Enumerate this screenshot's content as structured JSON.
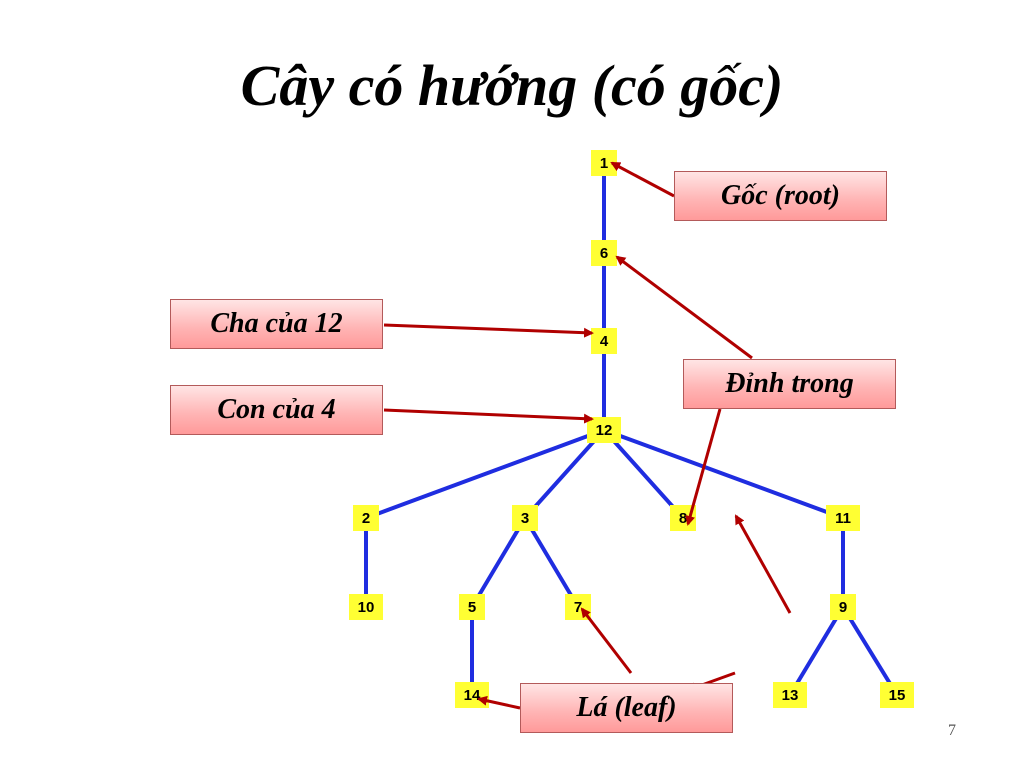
{
  "title": "Cây có hướng (có gốc)",
  "nodes": [
    {
      "id": "1",
      "label": "1"
    },
    {
      "id": "6",
      "label": "6"
    },
    {
      "id": "4",
      "label": "4"
    },
    {
      "id": "12",
      "label": "12"
    },
    {
      "id": "2",
      "label": "2"
    },
    {
      "id": "3",
      "label": "3"
    },
    {
      "id": "8",
      "label": "8"
    },
    {
      "id": "11",
      "label": "11"
    },
    {
      "id": "10",
      "label": "10"
    },
    {
      "id": "5",
      "label": "5"
    },
    {
      "id": "7",
      "label": "7"
    },
    {
      "id": "9",
      "label": "9"
    },
    {
      "id": "14",
      "label": "14"
    },
    {
      "id": "13",
      "label": "13"
    },
    {
      "id": "15",
      "label": "15"
    }
  ],
  "edges": [
    [
      "1",
      "6"
    ],
    [
      "6",
      "4"
    ],
    [
      "4",
      "12"
    ],
    [
      "12",
      "2"
    ],
    [
      "12",
      "3"
    ],
    [
      "12",
      "8"
    ],
    [
      "12",
      "11"
    ],
    [
      "2",
      "10"
    ],
    [
      "3",
      "5"
    ],
    [
      "3",
      "7"
    ],
    [
      "5",
      "14"
    ],
    [
      "11",
      "9"
    ],
    [
      "9",
      "13"
    ],
    [
      "9",
      "15"
    ]
  ],
  "callouts": {
    "root": "Gốc (root)",
    "parent": "Cha của 12",
    "child": "Con của 4",
    "internal": "Đỉnh trong",
    "leaf": "Lá (leaf)"
  },
  "colors": {
    "node_fill": "#ffff33",
    "edge": "#1f2de0",
    "arrow": "#b00000",
    "callout_fill": "#ffb3b3"
  },
  "page_number": "7"
}
